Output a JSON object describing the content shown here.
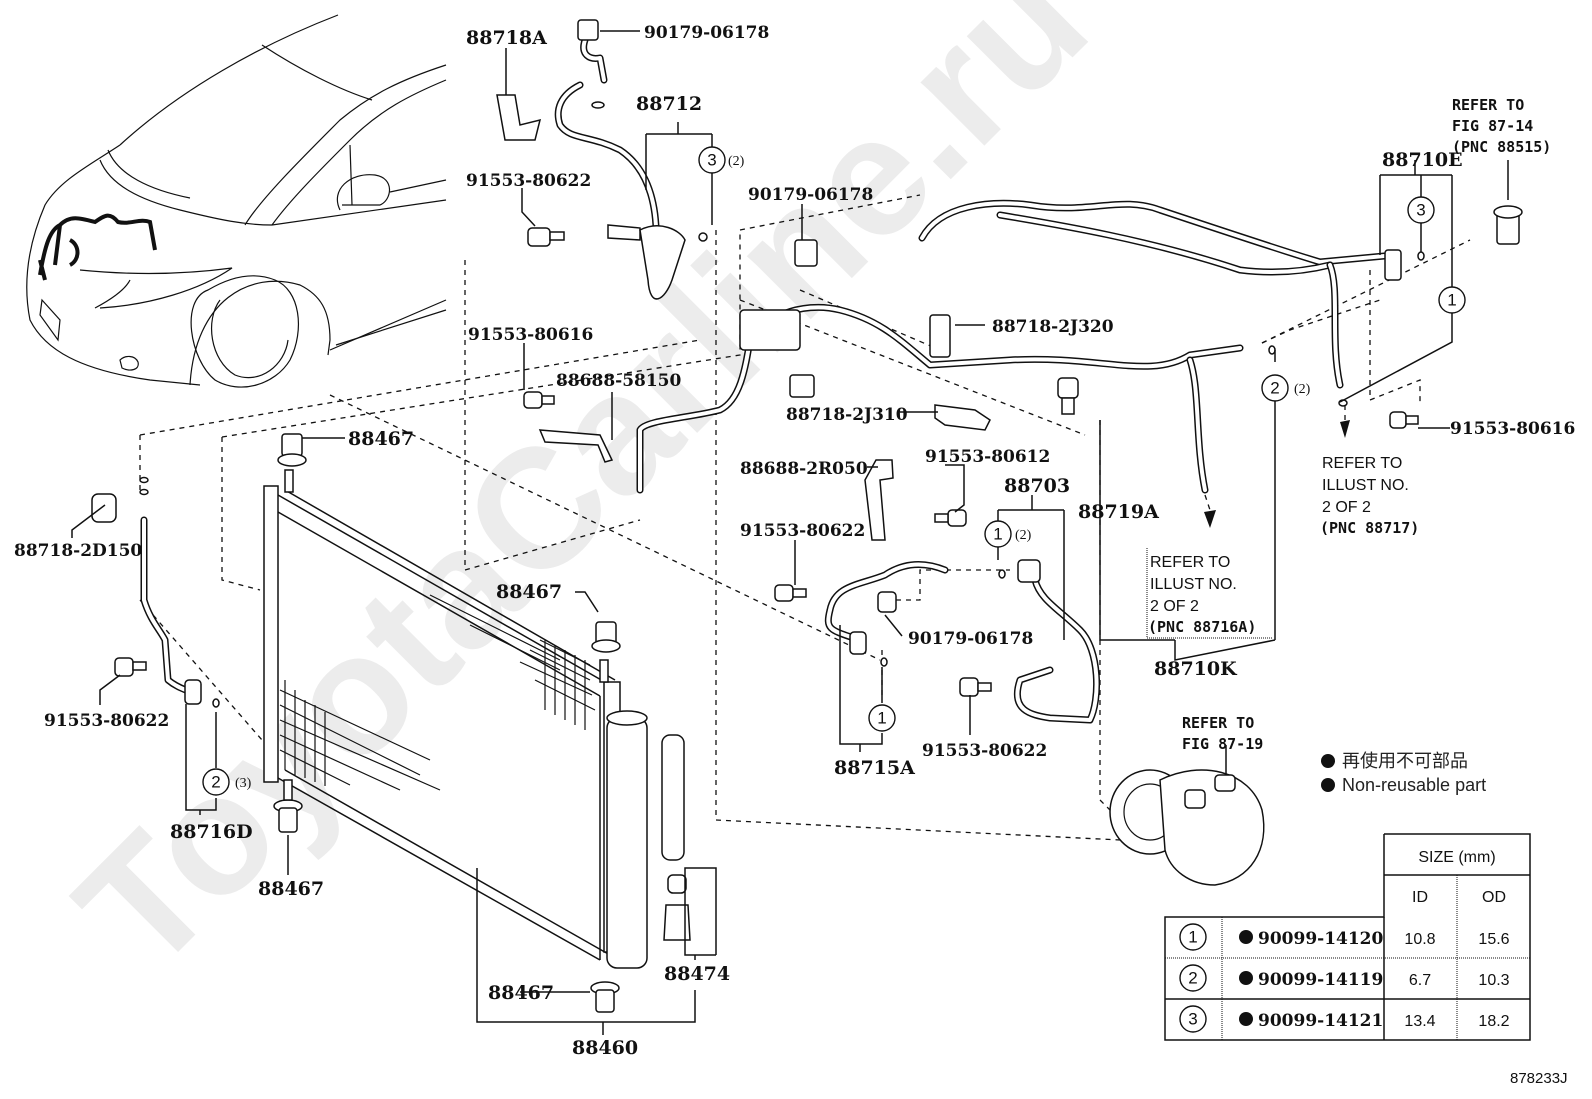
{
  "watermark": "ToyotaCarline.ru",
  "figure_id": "878233J",
  "callouts": {
    "p88718A": "88718A",
    "p90179_top": "90179-06178",
    "p88712": "88712",
    "p91553_80622_a": "91553-80622",
    "p90179_mid": "90179-06178",
    "p91553_80616_a": "91553-80616",
    "p88688_58150": "88688-58150",
    "p88718_2J320": "88718-2J320",
    "p88718_2J310": "88718-2J310",
    "p91553_80612": "91553-80612",
    "p88688_2R050": "88688-2R050",
    "p88703": "88703",
    "p88719A": "88719A",
    "p91553_80622_b": "91553-80622",
    "p90179_low": "90179-06178",
    "p88715A": "88715A",
    "p91553_80622_c": "91553-80622",
    "p88710K": "88710K",
    "p88710E": "88710E",
    "p91553_80616_b": "91553-80616",
    "p88467_top": "88467",
    "p88467_right": "88467",
    "p88467_bottom_left": "88467",
    "p88467_bottom": "88467",
    "p88474": "88474",
    "p88460": "88460",
    "p88718_2D150": "88718-2D150",
    "p91553_80622_d": "91553-80622",
    "p88716D": "88716D"
  },
  "oring_refs": {
    "r88712": {
      "num": "3",
      "qty": "(2)"
    },
    "r88710E_3": {
      "num": "3",
      "qty": ""
    },
    "r88710E_1": {
      "num": "1",
      "qty": ""
    },
    "r88710K_2": {
      "num": "2",
      "qty": "(2)"
    },
    "r88703": {
      "num": "1",
      "qty": "(2)"
    },
    "r88715A": {
      "num": "1",
      "qty": ""
    },
    "r88716D": {
      "num": "2",
      "qty": "(3)"
    }
  },
  "refer_notes": {
    "fig_87_14": [
      "REFER TO",
      "FIG 87-14",
      "(PNC 88515)"
    ],
    "illust_88717": [
      "REFER TO",
      "ILLUST NO.",
      "2 OF 2",
      "(PNC 88717)"
    ],
    "illust_88716A": [
      "REFER TO",
      "ILLUST NO.",
      "2 OF 2",
      "(PNC 88716A)"
    ],
    "fig_87_19": [
      "REFER TO",
      "FIG 87-19"
    ]
  },
  "legend": {
    "japanese": "再使用不可部品",
    "english": "Non-reusable part"
  },
  "oring_table": {
    "header_size": "SIZE (mm)",
    "header_id": "ID",
    "header_od": "OD",
    "rows": [
      {
        "ref": "1",
        "part_no": "90099-14120",
        "id": "10.8",
        "od": "15.6"
      },
      {
        "ref": "2",
        "part_no": "90099-14119",
        "id": "6.7",
        "od": "10.3"
      },
      {
        "ref": "3",
        "part_no": "90099-14121",
        "id": "13.4",
        "od": "18.2"
      }
    ]
  }
}
